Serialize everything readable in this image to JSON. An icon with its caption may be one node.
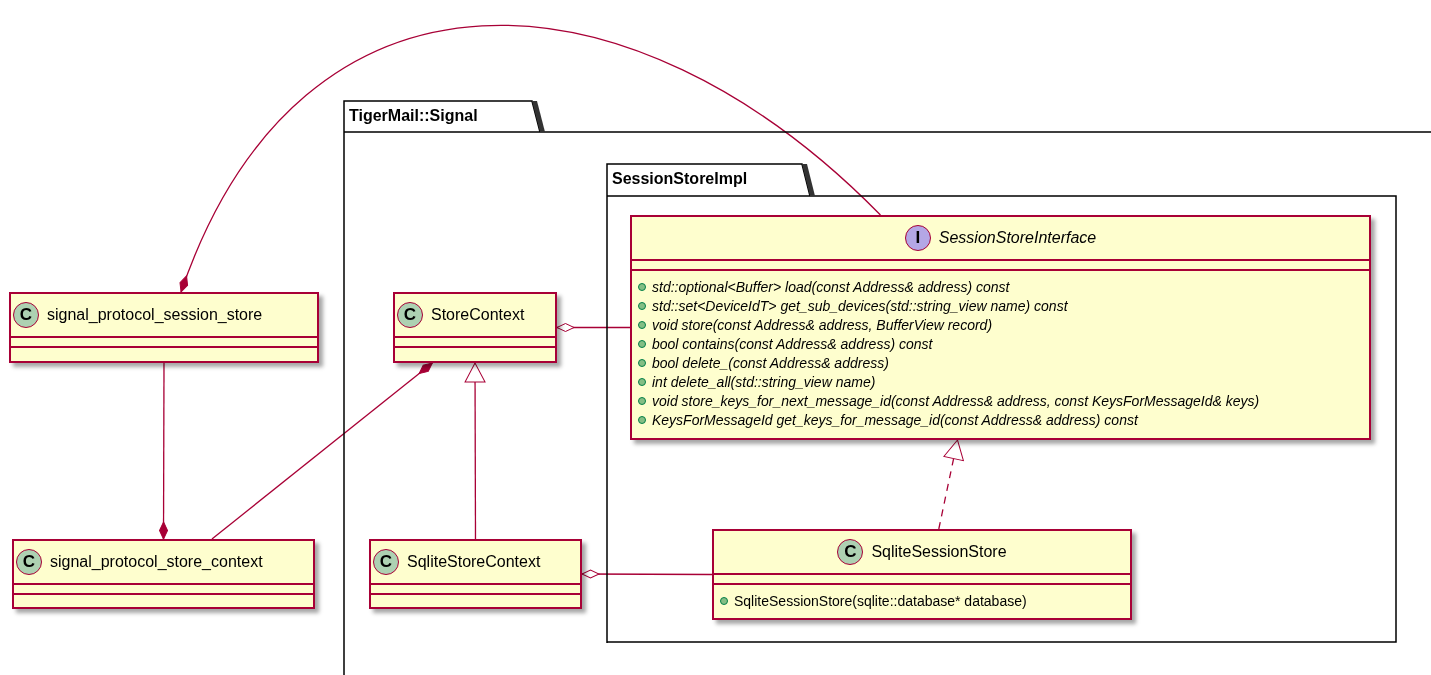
{
  "diagram": {
    "nodes": [
      {
        "text": [
          "TigerMail::Signal"
        ]
      },
      {
        "text": [
          "SessionStoreImpl"
        ],
        "in": 0
      },
      {
        "text": [
          "I",
          "SessionStoreInterface",
          "std::optional<Buffer> load(const Address& address) const",
          "std::set<DeviceIdT> get_sub_devices(std::string_view name) const",
          "void store(const Address& address, BufferView record)",
          "bool contains(const Address& address) const",
          "bool delete_(const Address& address)",
          "int delete_all(std::string_view name)",
          "void store_keys_for_next_message_id(const Address& address, const KeysForMessageId& keys)",
          "KeysForMessageId get_keys_for_message_id(const Address& address) const"
        ],
        "in": 1
      },
      {
        "text": [
          "C",
          "StoreContext"
        ],
        "in": 0
      },
      {
        "text": [
          "C",
          "SqliteStoreContext"
        ],
        "in": 0
      },
      {
        "text": [
          "C",
          "SqliteSessionStore",
          "SqliteSessionStore(sqlite::database* database)"
        ],
        "in": 1
      },
      {
        "text": [
          "C",
          "signal_protocol_session_store"
        ]
      },
      {
        "text": [
          "C",
          "signal_protocol_store_context"
        ]
      }
    ],
    "edges": [
      {
        "from": 2,
        "to": 6,
        "arrow": "other"
      },
      {
        "from": 6,
        "to": 7,
        "arrow": "other"
      },
      {
        "from": 7,
        "to": 3,
        "arrow": "other"
      },
      {
        "from": 4,
        "to": 3,
        "arrow": "to"
      },
      {
        "from": 2,
        "to": 3,
        "arrow": "other"
      },
      {
        "from": 5,
        "to": 4,
        "arrow": "other"
      },
      {
        "from": 5,
        "to": 2,
        "arrow": "to",
        "style": "dashed"
      }
    ]
  }
}
